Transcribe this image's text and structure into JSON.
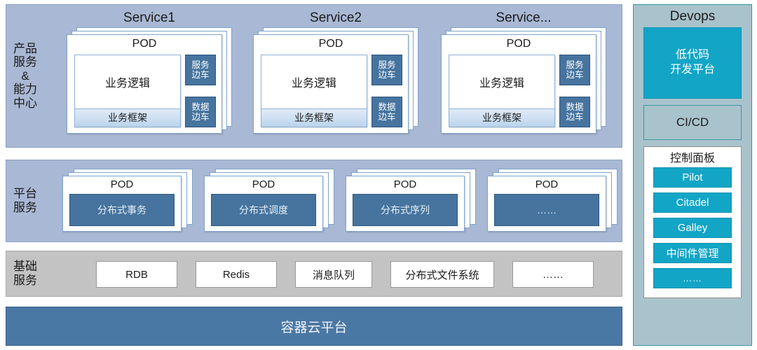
{
  "layers": {
    "service": {
      "label": "产品\n服务\n&\n能力\n中心",
      "groups": [
        {
          "title": "Service1",
          "pod_title": "POD",
          "logic_label": "业务逻辑",
          "frame_label": "业务框架",
          "sidecars": [
            "服务\n边车",
            "数据\n边车"
          ]
        },
        {
          "title": "Service2",
          "pod_title": "POD",
          "logic_label": "业务逻辑",
          "frame_label": "业务框架",
          "sidecars": [
            "服务\n边车",
            "数据\n边车"
          ]
        },
        {
          "title": "Service...",
          "pod_title": "POD",
          "logic_label": "业务逻辑",
          "frame_label": "业务框架",
          "sidecars": [
            "服务\n边车",
            "数据\n边车"
          ]
        }
      ]
    },
    "platform": {
      "label": "平台\n服务",
      "pods": [
        {
          "pod_title": "POD",
          "service_label": "分布式事务"
        },
        {
          "pod_title": "POD",
          "service_label": "分布式调度"
        },
        {
          "pod_title": "POD",
          "service_label": "分布式序列"
        },
        {
          "pod_title": "POD",
          "service_label": "……"
        }
      ]
    },
    "base": {
      "label": "基础\n服务",
      "items": [
        "RDB",
        "Redis",
        "消息队列",
        "分布式文件系统",
        "……"
      ]
    },
    "cloud": {
      "label": "容器云平台"
    }
  },
  "devops": {
    "title": "Devops",
    "lowcode_label": "低代码\n开发平台",
    "cicd_label": "CI/CD",
    "control_panel": {
      "title": "控制面板",
      "items": [
        "Pilot",
        "Citadel",
        "Galley",
        "中间件管理",
        "……"
      ]
    }
  },
  "colors": {
    "band_fill": "#a9b8d4",
    "band_border": "#8fa3c4",
    "base_fill": "#c3c3c3",
    "pod_blue": "#46749f",
    "cloud_blue": "#4a78a4",
    "devops_fill": "#a9c3cc",
    "devops_border": "#3d93a6",
    "accent_cyan": "#13a5c6",
    "card_white": "#ffffff"
  }
}
